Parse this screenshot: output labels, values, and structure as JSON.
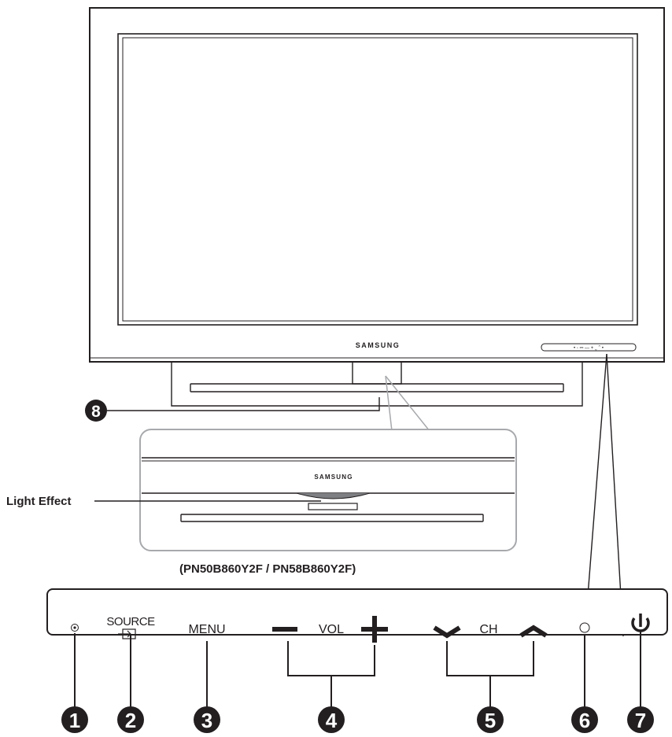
{
  "tv": {
    "brand": "SAMSUNG",
    "panel_symbols": "• ◦ ⎓ — + ⌄ ⌃ •"
  },
  "stand": {
    "brand": "SAMSUNG"
  },
  "light_effect_label": "Light Effect",
  "model_caption": "(PN50B860Y2F / PN58B860Y2F)",
  "panel": {
    "source_label": "SOURCE",
    "menu_label": "MENU",
    "vol_label": "VOL",
    "ch_label": "CH"
  },
  "markers": [
    "1",
    "2",
    "3",
    "4",
    "5",
    "6",
    "7",
    "8"
  ],
  "colors": {
    "line": "#231f20",
    "callout_gray": "#a7a9ac",
    "light_effect_gray": "#7d7f82"
  }
}
